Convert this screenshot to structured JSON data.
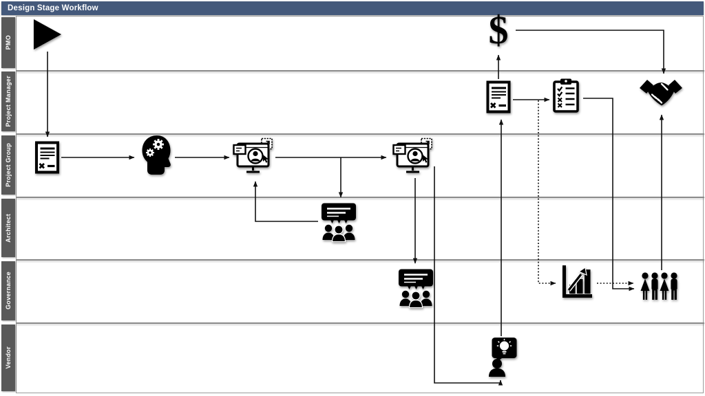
{
  "header": {
    "title": "Design Stage Workflow"
  },
  "lanes": [
    {
      "label": "PMO"
    },
    {
      "label": "Project Manager"
    },
    {
      "label": "Project Group"
    },
    {
      "label": "Architect"
    },
    {
      "label": "Governance"
    },
    {
      "label": "Vendor"
    }
  ],
  "glyphs": {
    "dollar": "$"
  },
  "colors": {
    "header_bg": "#44597b",
    "header_text": "#ffffff",
    "lane_label_bg": "#595959",
    "lane_label_text": "#ffffff",
    "lane_border": "#8a8a8a",
    "icon": "#000000",
    "canvas_bg": "#ffffff"
  },
  "nodes": [
    {
      "id": "start",
      "icon": "play-icon",
      "lane": "PMO"
    },
    {
      "id": "input-document",
      "icon": "document-icon",
      "lane": "Project Group"
    },
    {
      "id": "ideation",
      "icon": "thinking-head-icon",
      "lane": "Project Group"
    },
    {
      "id": "design-session-1",
      "icon": "online-meeting-icon",
      "lane": "Project Group"
    },
    {
      "id": "design-session-2",
      "icon": "online-meeting-icon",
      "lane": "Project Group"
    },
    {
      "id": "architect-review",
      "icon": "presentation-icon",
      "lane": "Architect"
    },
    {
      "id": "governance-review",
      "icon": "presentation-icon",
      "lane": "Governance"
    },
    {
      "id": "vendor-input",
      "icon": "idea-person-icon",
      "lane": "Vendor"
    },
    {
      "id": "funding",
      "icon": "dollar-icon",
      "lane": "PMO"
    },
    {
      "id": "design-document",
      "icon": "document-icon",
      "lane": "Project Manager"
    },
    {
      "id": "checklist",
      "icon": "clipboard-checklist-icon",
      "lane": "Project Manager"
    },
    {
      "id": "agreement",
      "icon": "handshake-icon",
      "lane": "Project Manager"
    },
    {
      "id": "metrics",
      "icon": "bar-chart-icon",
      "lane": "Governance"
    },
    {
      "id": "stakeholders",
      "icon": "people-group-icon",
      "lane": "Governance"
    }
  ]
}
